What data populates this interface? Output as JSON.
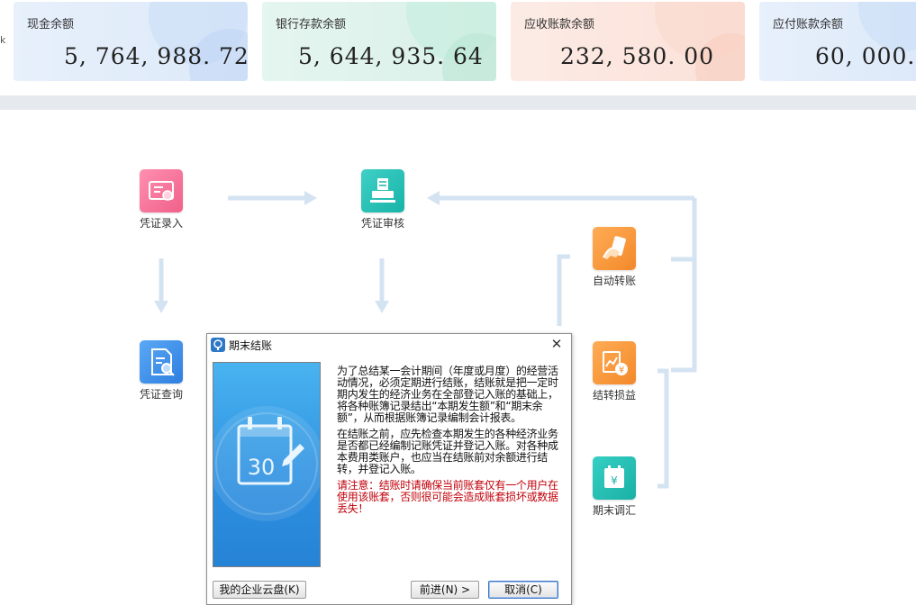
{
  "cards": [
    {
      "label": "现金余额",
      "value": "5, 764, 988. 72"
    },
    {
      "label": "银行存款余额",
      "value": "5, 644, 935. 64"
    },
    {
      "label": "应收账款余额",
      "value": "232, 580. 00"
    },
    {
      "label": "应付账款余额",
      "value": "60, 000."
    }
  ],
  "edge_mark": "k",
  "flow": {
    "nodes": [
      {
        "id": "voucher-entry",
        "label": "凭证录入",
        "icon": "certificate-card-icon"
      },
      {
        "id": "voucher-review",
        "label": "凭证审核",
        "icon": "printer-stamp-icon"
      },
      {
        "id": "voucher-query",
        "label": "凭证查询",
        "icon": "document-search-icon"
      },
      {
        "id": "auto-transfer",
        "label": "自动转账",
        "icon": "hand-card-icon"
      },
      {
        "id": "carry-profit",
        "label": "结转损益",
        "icon": "chart-yen-icon"
      },
      {
        "id": "period-adjust",
        "label": "期末调汇",
        "icon": "calendar-yen-icon"
      }
    ]
  },
  "dialog": {
    "title": "期末结账",
    "banner_number": "30",
    "paragraph_1": "为了总结某一会计期间（年度或月度）的经营活动情况，必须定期进行结账，结账就是把一定时期内发生的经济业务在全部登记入账的基础上，将各种账簿记录结出“本期发生额”和“期末余额”，从而根据账簿记录编制会计报表。",
    "paragraph_2": "在结账之前，应先检查本期发生的各种经济业务是否都已经编制记账凭证并登记入账。对各种成本费用类账户，也应当在结账前对余额进行结转，并登记入账。",
    "warning": "请注意：结账时请确保当前账套仅有一个用户在使用该账套，否则很可能会造成账套损坏或数据丢失！",
    "buttons": {
      "cloud": "我的企业云盘(K)",
      "next": "前进(N) >",
      "cancel": "取消(C)"
    }
  },
  "colors": {
    "card_blue": "#e7f0fb",
    "card_green": "#e5f5f0",
    "card_peach": "#fcebe5",
    "arrow": "#d4e3f2",
    "warning_text": "#c0000a"
  }
}
